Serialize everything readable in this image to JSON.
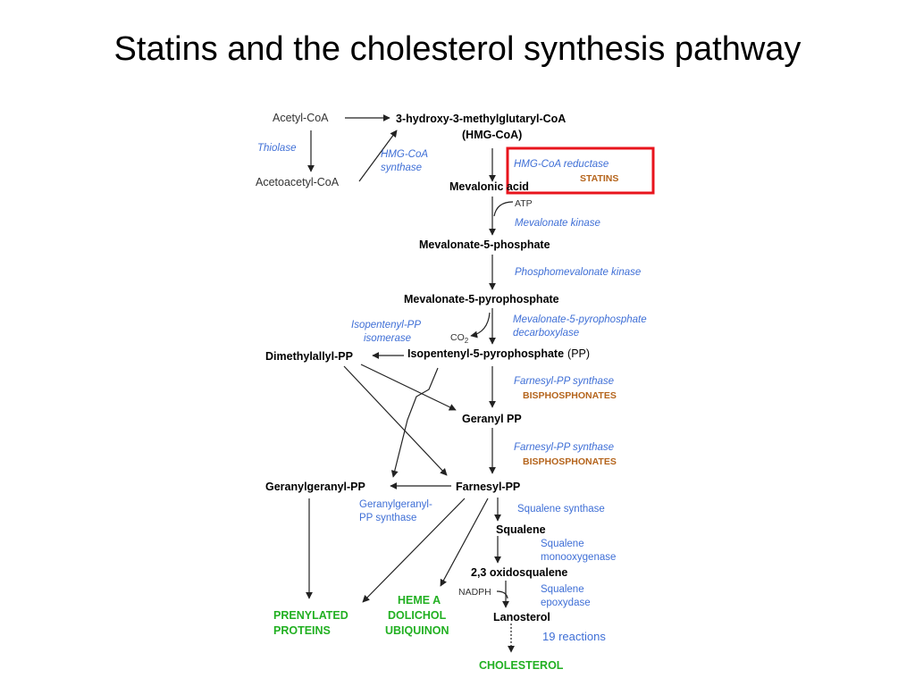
{
  "title": "Statins and the cholesterol synthesis pathway",
  "metabolites": {
    "acetyl_coa": "Acetyl-CoA",
    "acetoacetyl_coa": "Acetoacetyl-CoA",
    "hmg_coa_1": "3-hydroxy-3-methylglutaryl-CoA",
    "hmg_coa_2": "(HMG-CoA)",
    "mevalonic_acid": "Mevalonic acid",
    "mevalonate_5_phosphate": "Mevalonate-5-phosphate",
    "mevalonate_5_pyrophosphate": "Mevalonate-5-pyrophosphate",
    "isopentenyl_pp": "Isopentenyl-5-pyrophosphate",
    "isopentenyl_pp_suffix": "(PP)",
    "dimethylallyl_pp": "Dimethylallyl-PP",
    "geranyl_pp": "Geranyl PP",
    "farnesyl_pp": "Farnesyl-PP",
    "geranylgeranyl_pp": "Geranylgeranyl-PP",
    "squalene": "Squalene",
    "oxidosqualene": "2,3 oxidosqualene",
    "lanosterol": "Lanosterol"
  },
  "enzymes": {
    "thiolase": "Thiolase",
    "hmg_coa_synthase_1": "HMG-CoA",
    "hmg_coa_synthase_2": "synthase",
    "hmg_coa_reductase": "HMG-CoA reductase",
    "mevalonate_kinase": "Mevalonate kinase",
    "phosphomevalonate_kinase": "Phosphomevalonate kinase",
    "decarboxylase_1": "Mevalonate-5-pyrophosphate",
    "decarboxylase_2": "decarboxylase",
    "isomerase_1": "Isopentenyl-PP",
    "isomerase_2": "isomerase",
    "farnesyl_pp_synthase_1": "Farnesyl-PP synthase",
    "farnesyl_pp_synthase_2": "Farnesyl-PP synthase",
    "geranylgeranyl_pp_synthase_1": "Geranylgeranyl-",
    "geranylgeranyl_pp_synthase_2": "PP synthase",
    "squalene_synthase": "Squalene synthase",
    "squalene_monooxygenase_1": "Squalene",
    "squalene_monooxygenase_2": "monooxygenase",
    "squalene_epoxydase_1": "Squalene",
    "squalene_epoxydase_2": "epoxydase",
    "nineteen_reactions": "19 reactions"
  },
  "cofactors": {
    "atp": "ATP",
    "co2": "CO",
    "co2_sub": "2",
    "nadph": "NADPH"
  },
  "drugs": {
    "statins": "STATINS",
    "bisphosphonates_1": "BISPHOSPHONATES",
    "bisphosphonates_2": "BISPHOSPHONATES"
  },
  "products": {
    "prenylated_1": "PRENYLATED",
    "prenylated_2": "PROTEINS",
    "heme_1": "HEME A",
    "heme_2": "DOLICHOL",
    "heme_3": "UBIQUINON",
    "cholesterol": "CHOLESTEROL"
  },
  "colors": {
    "enzyme": "#3f6fd6",
    "drug": "#b5651d",
    "product": "#22b022",
    "highlight_box": "#e8141c"
  }
}
